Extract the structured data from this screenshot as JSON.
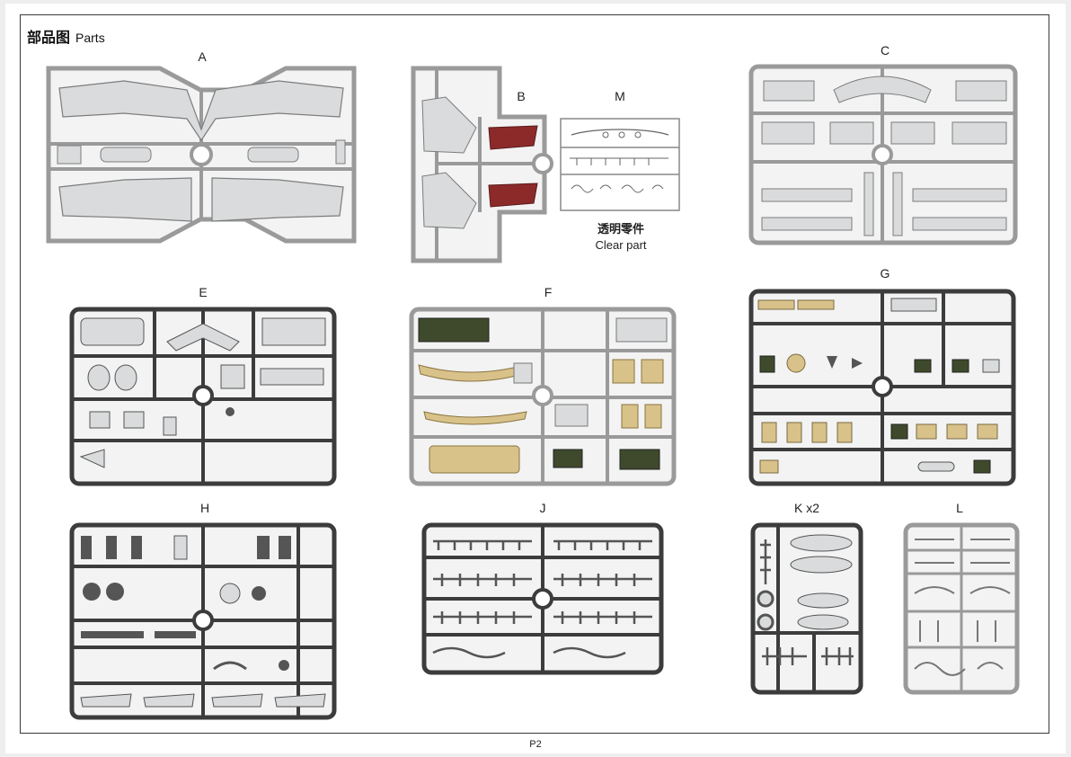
{
  "header": {
    "title_zh": "部品图",
    "title_en": "Parts"
  },
  "footer": {
    "page": "P2"
  },
  "clear_parts_note": {
    "zh": "透明零件",
    "en": "Clear part"
  },
  "colors": {
    "frame_light": "#9a9a9a",
    "fill_light": "#d9dbdc",
    "frame_dark": "#3c3c3c",
    "fill_dark": "#5a5a5a",
    "resin_red": "#8c2a2a",
    "tan": "#d8c28a",
    "olive": "#3f4a2c"
  },
  "sprues": [
    {
      "label": "A",
      "style": "light"
    },
    {
      "label": "B",
      "style": "light"
    },
    {
      "label": "M",
      "style": "clear"
    },
    {
      "label": "C",
      "style": "light"
    },
    {
      "label": "E",
      "style": "dark"
    },
    {
      "label": "F",
      "style": "light"
    },
    {
      "label": "G",
      "style": "dark"
    },
    {
      "label": "H",
      "style": "dark"
    },
    {
      "label": "J",
      "style": "dark"
    },
    {
      "label": "K x2",
      "style": "dark"
    },
    {
      "label": "L",
      "style": "light"
    }
  ]
}
